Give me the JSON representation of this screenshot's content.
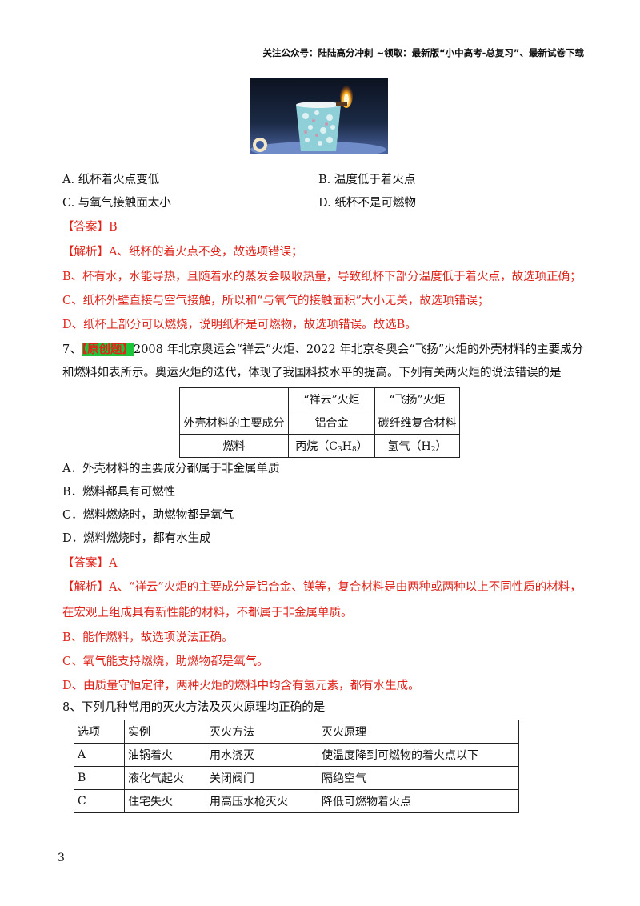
{
  "header": "关注公众号：陆陆高分冲刺 ~领取：最新版“小中高考-总复习”、最新试卷下载",
  "q6": {
    "options": [
      {
        "text": "A. 纸杯着火点变低"
      },
      {
        "text": "B. 温度低于着火点"
      },
      {
        "text": "C. 与氧气接触面太小"
      },
      {
        "text": "D. 纸杯不是可燃物"
      }
    ],
    "answer": "【答案】B",
    "analysis": [
      "【解析】A、纸杯的着火点不变，故选项错误；",
      "B、杯有水，水能导热，且随着水的蒸发会吸收热量，导致纸杯下部分温度低于着火点，故选项正确；",
      "C、纸杯外壁直接与空气接触，所以和“与氧气的接触面积”大小无关，故选项错误；",
      "D、纸杯上部分可以燃烧，说明纸杯是可燃物，故选项错误。故选B。"
    ]
  },
  "q7": {
    "number": "7、",
    "tag": "【原创题】",
    "stem_line1": "2008 年北京奥运会“祥云”火炬、2022 年北京冬奥会“飞扬”火炬的外壳材料的主要成分",
    "stem_line2": "和燃料如表所示。奥运火炬的迭代，体现了我国科技水平的提高。下列有关两火炬的说法错误的是",
    "table": {
      "headers": [
        "",
        "“祥云”火炬",
        "“飞扬”火炬"
      ],
      "row1": [
        "外壳材料的主要成分",
        "铝合金",
        "碳纤维复合材料"
      ],
      "row2_label": "燃料",
      "row2_c1_pre": "丙烷（C",
      "row2_c1_sub1": "3",
      "row2_c1_mid": "H",
      "row2_c1_sub2": "8",
      "row2_c1_post": "）",
      "row2_c2_pre": "氢气（H",
      "row2_c2_sub": "2",
      "row2_c2_post": "）"
    },
    "options": [
      "A．外壳材料的主要成分都属于非金属单质",
      "B．燃料都具有可燃性",
      "C．燃料燃烧时，助燃物都是氧气",
      "D．燃料燃烧时，都有水生成"
    ],
    "answer": "【答案】A",
    "analysis": [
      "【解析】A、“祥云”火炬的主要成分是铝合金、镁等，复合材料是由两种或两种以上不同性质的材料，",
      "在宏观上组成具有新性能的材料，不都属于非金属单质。",
      "B、能作燃料，故选项说法正确。",
      "C、氧气能支持燃烧，助燃物都是氧气。",
      "D、由质量守恒定律，两种火炬的燃料中均含有氢元素，都有水生成。"
    ]
  },
  "q8": {
    "stem": "8、下列几种常用的灭火方法及灭火原理均正确的是",
    "table": {
      "headers": [
        "选项",
        "实例",
        "灭火方法",
        "灭火原理"
      ],
      "rows": [
        [
          "A",
          "油锅着火",
          "用水浇灭",
          "使温度降到可燃物的着火点以下"
        ],
        [
          "B",
          "液化气起火",
          "关闭阀门",
          "隔绝空气"
        ],
        [
          "C",
          "住宅失火",
          "用高压水枪灭火",
          "降低可燃物着火点"
        ]
      ]
    }
  },
  "page_number": "3"
}
